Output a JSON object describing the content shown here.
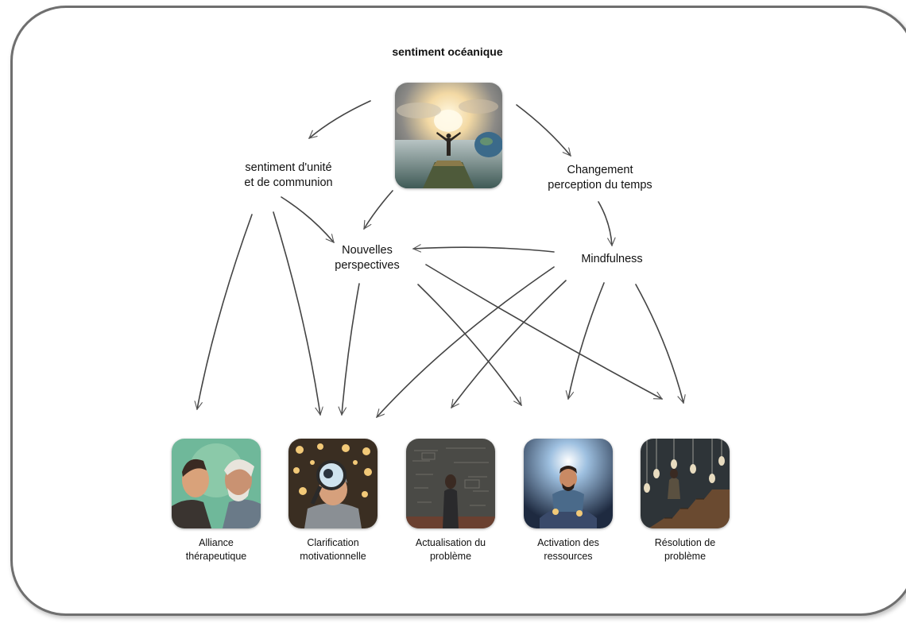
{
  "diagram": {
    "title": "sentiment océanique",
    "nodes": {
      "unite": "sentiment d'unité\net de communion",
      "temps": "Changement\nperception du temps",
      "perspectives": "Nouvelles\nperspectives",
      "mindfulness": "Mindfulness"
    },
    "outcomes": [
      {
        "label": "Alliance\nthérapeutique",
        "image": "two-men-face-to-face"
      },
      {
        "label": "Clarification\nmotivationnelle",
        "image": "man-with-magnifying-glass"
      },
      {
        "label": "Actualisation du\nproblème",
        "image": "man-facing-wall"
      },
      {
        "label": "Activation des\nressources",
        "image": "man-with-glowing-light"
      },
      {
        "label": "Résolution de\nproblème",
        "image": "man-climbing-stairs"
      }
    ],
    "central_image": "person-arms-raised-above-clouds"
  }
}
